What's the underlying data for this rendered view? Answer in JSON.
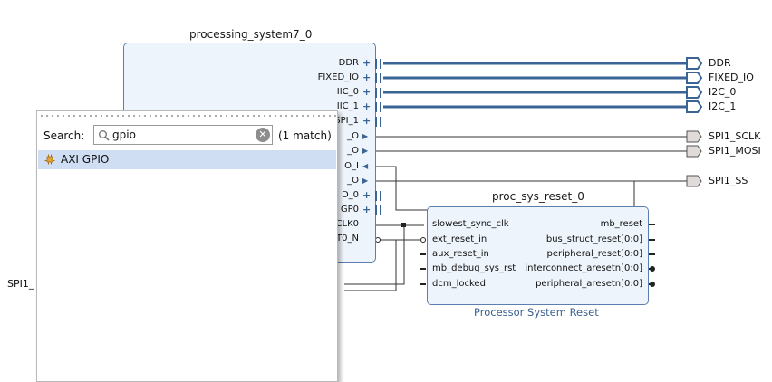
{
  "ps7": {
    "title": "processing_system7_0",
    "pins": [
      "DDR",
      "FIXED_IO",
      "IIC_0",
      "IIC_1",
      "SPI_1",
      "_O",
      "_O",
      "O_I",
      "_O",
      "D_0",
      "GP0",
      "_CLK0",
      "ET0_N"
    ]
  },
  "ports": [
    "DDR",
    "FIXED_IO",
    "I2C_0",
    "I2C_1",
    "SPI1_SCLK",
    "SPI1_MOSI",
    "SPI1_SS"
  ],
  "reset": {
    "title": "proc_sys_reset_0",
    "inputs": [
      "slowest_sync_clk",
      "ext_reset_in",
      "aux_reset_in",
      "mb_debug_sys_rst",
      "dcm_locked"
    ],
    "outputs": [
      "mb_reset",
      "bus_struct_reset[0:0]",
      "peripheral_reset[0:0]",
      "interconnect_aresetn[0:0]",
      "peripheral_aresetn[0:0]"
    ],
    "subtitle": "Processor System Reset"
  },
  "left_fragment": "SPI1_",
  "search": {
    "label": "Search:",
    "value": "gpio",
    "match_text": "(1 match)",
    "result": "AXI GPIO"
  },
  "colors": {
    "bus": "#3a6496",
    "block_fill": "#eef4fb",
    "block_border": "#5a7fae",
    "highlight": "#cfdef3"
  }
}
